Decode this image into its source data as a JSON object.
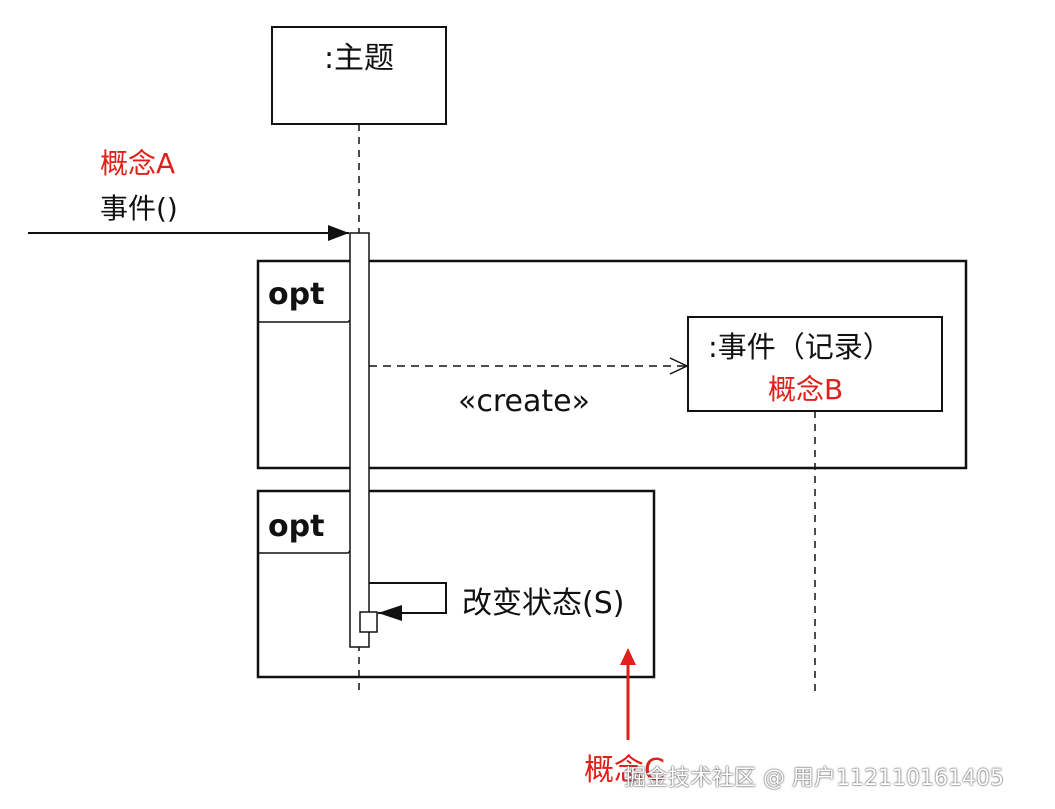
{
  "colors": {
    "line": "#111111",
    "annotation": "#e0201a",
    "background": "#ffffff"
  },
  "participants": [
    {
      "id": "subject",
      "label": ":主题"
    },
    {
      "id": "event",
      "label": ":事件（记录）",
      "annotation": "概念B"
    }
  ],
  "incoming_message": {
    "label": "事件()",
    "annotation": "概念A"
  },
  "fragments": [
    {
      "id": "opt1",
      "operator": "opt"
    },
    {
      "id": "opt2",
      "operator": "opt"
    }
  ],
  "create_message": {
    "label": "«create»"
  },
  "self_message": {
    "label": "改变状态(S)"
  },
  "annotation_c": {
    "label": "概念C"
  },
  "watermark": {
    "text": "掘金技术社区 @ 用户112110161405"
  }
}
